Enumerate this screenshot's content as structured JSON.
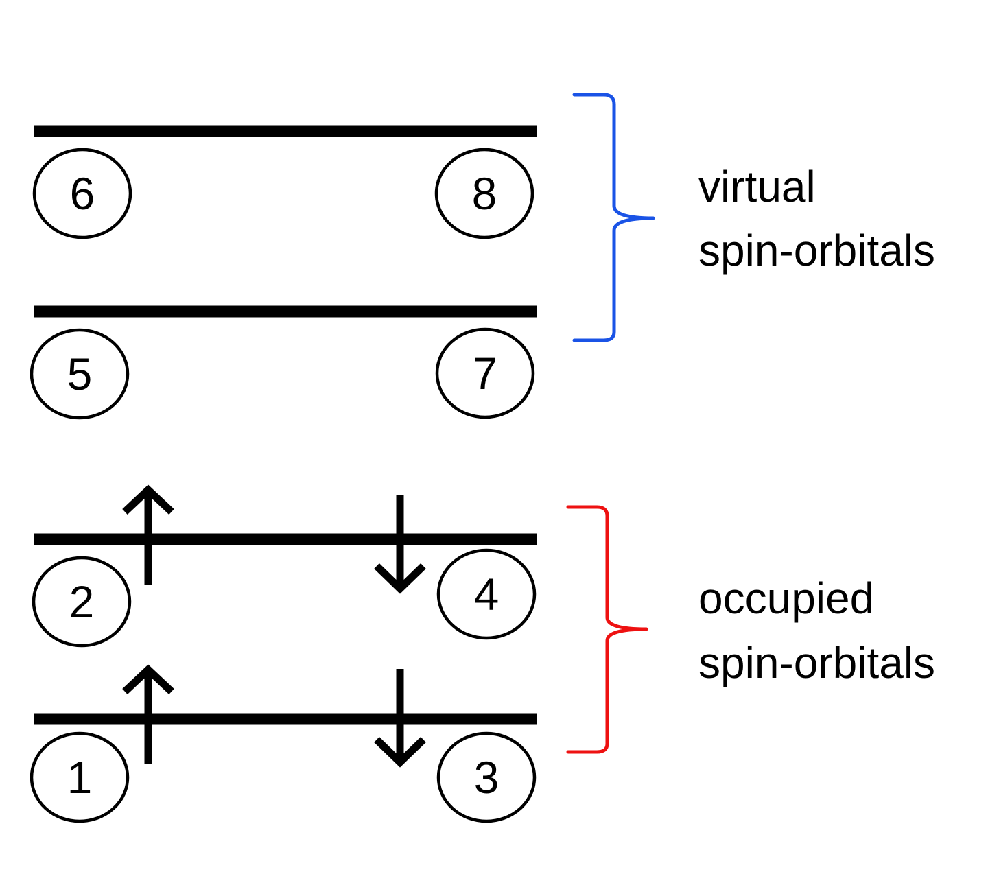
{
  "levels": [
    {
      "id": "level-top-virtual",
      "left_orbital": "6",
      "right_orbital": "8"
    },
    {
      "id": "level-lower-virtual",
      "left_orbital": "5",
      "right_orbital": "7"
    },
    {
      "id": "level-upper-occupied",
      "left_orbital": "2",
      "right_orbital": "4",
      "left_spin": "up",
      "right_spin": "down"
    },
    {
      "id": "level-lower-occupied",
      "left_orbital": "1",
      "right_orbital": "3",
      "left_spin": "up",
      "right_spin": "down"
    }
  ],
  "groups": {
    "virtual": {
      "label_line1": "virtual",
      "label_line2": "spin-orbitals",
      "brace_color": "#1a53e6"
    },
    "occupied": {
      "label_line1": "occupied",
      "label_line2": "spin-orbitals",
      "brace_color": "#ee1111"
    }
  }
}
